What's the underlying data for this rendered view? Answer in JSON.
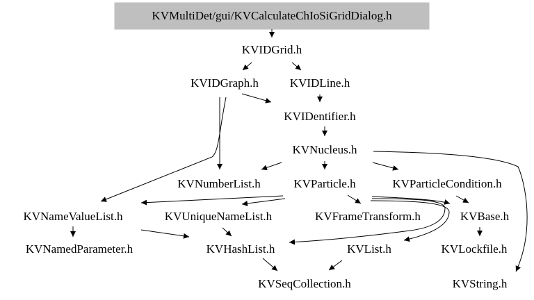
{
  "diagram": {
    "type": "include-dependency-graph",
    "root": "root",
    "colors": {
      "root_fill": "#bfbfbf",
      "edge": "#000000",
      "text": "#000000",
      "background": "#ffffff"
    },
    "nodes": [
      {
        "id": "root",
        "label": "KVMultiDet/gui/KVCalculateChIoSiGridDialog.h"
      },
      {
        "id": "KVIDGrid",
        "label": "KVIDGrid.h"
      },
      {
        "id": "KVIDGraph",
        "label": "KVIDGraph.h"
      },
      {
        "id": "KVIDLine",
        "label": "KVIDLine.h"
      },
      {
        "id": "KVIDentifier",
        "label": "KVIDentifier.h"
      },
      {
        "id": "KVNucleus",
        "label": "KVNucleus.h"
      },
      {
        "id": "KVNumberList",
        "label": "KVNumberList.h"
      },
      {
        "id": "KVParticle",
        "label": "KVParticle.h"
      },
      {
        "id": "KVParticleCondition",
        "label": "KVParticleCondition.h"
      },
      {
        "id": "KVNameValueList",
        "label": "KVNameValueList.h"
      },
      {
        "id": "KVUniqueNameList",
        "label": "KVUniqueNameList.h"
      },
      {
        "id": "KVFrameTransform",
        "label": "KVFrameTransform.h"
      },
      {
        "id": "KVBase",
        "label": "KVBase.h"
      },
      {
        "id": "KVNamedParameter",
        "label": "KVNamedParameter.h"
      },
      {
        "id": "KVHashList",
        "label": "KVHashList.h"
      },
      {
        "id": "KVList",
        "label": "KVList.h"
      },
      {
        "id": "KVLockfile",
        "label": "KVLockfile.h"
      },
      {
        "id": "KVSeqCollection",
        "label": "KVSeqCollection.h"
      },
      {
        "id": "KVString",
        "label": "KVString.h"
      }
    ],
    "edges": [
      {
        "from": "root",
        "to": "KVIDGrid"
      },
      {
        "from": "KVIDGrid",
        "to": "KVIDGraph"
      },
      {
        "from": "KVIDGrid",
        "to": "KVIDLine"
      },
      {
        "from": "KVIDGraph",
        "to": "KVIDentifier"
      },
      {
        "from": "KVIDLine",
        "to": "KVIDentifier"
      },
      {
        "from": "KVIDentifier",
        "to": "KVNucleus"
      },
      {
        "from": "KVIDGraph",
        "to": "KVNumberList"
      },
      {
        "from": "KVIDGraph",
        "to": "KVNameValueList"
      },
      {
        "from": "KVNucleus",
        "to": "KVNumberList"
      },
      {
        "from": "KVNucleus",
        "to": "KVParticle"
      },
      {
        "from": "KVNucleus",
        "to": "KVParticleCondition"
      },
      {
        "from": "KVNucleus",
        "to": "KVString"
      },
      {
        "from": "KVParticle",
        "to": "KVNameValueList"
      },
      {
        "from": "KVParticle",
        "to": "KVUniqueNameList"
      },
      {
        "from": "KVParticle",
        "to": "KVFrameTransform"
      },
      {
        "from": "KVParticle",
        "to": "KVBase"
      },
      {
        "from": "KVParticle",
        "to": "KVHashList"
      },
      {
        "from": "KVParticle",
        "to": "KVList"
      },
      {
        "from": "KVParticleCondition",
        "to": "KVBase"
      },
      {
        "from": "KVNameValueList",
        "to": "KVNamedParameter"
      },
      {
        "from": "KVNameValueList",
        "to": "KVHashList"
      },
      {
        "from": "KVUniqueNameList",
        "to": "KVHashList"
      },
      {
        "from": "KVBase",
        "to": "KVLockfile"
      },
      {
        "from": "KVHashList",
        "to": "KVSeqCollection"
      },
      {
        "from": "KVList",
        "to": "KVSeqCollection"
      }
    ]
  }
}
